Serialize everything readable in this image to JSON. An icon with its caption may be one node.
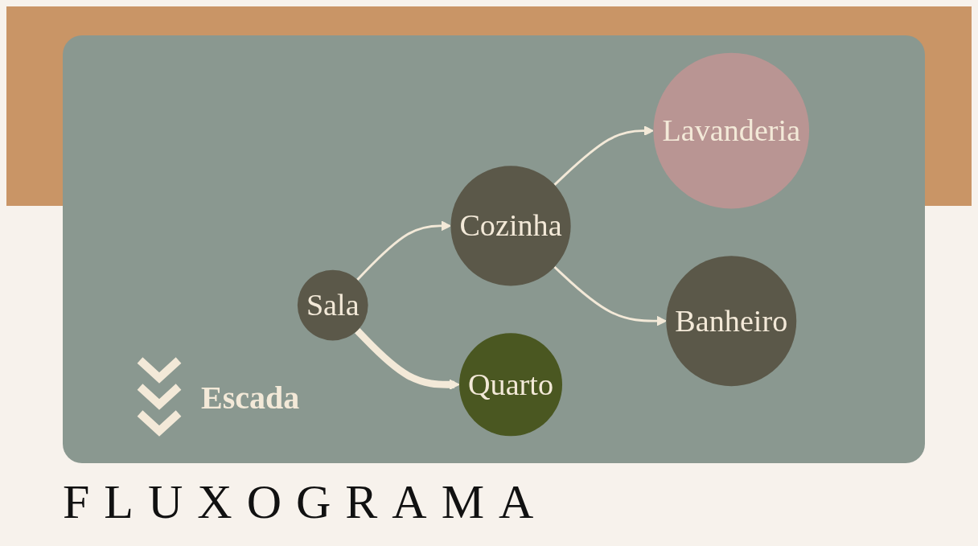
{
  "diagram": {
    "title": "FLUXOGRAMA",
    "nodes": [
      {
        "text": [
          "Sala"
        ]
      },
      {
        "text": [
          "Cozinha"
        ]
      },
      {
        "text": [
          "Lavanderia"
        ]
      },
      {
        "text": [
          "Banheiro"
        ]
      },
      {
        "text": [
          "Quarto"
        ]
      }
    ],
    "edges": [
      {
        "from": 0,
        "to": 1,
        "arrow": "to"
      },
      {
        "from": 1,
        "to": 2,
        "arrow": "to"
      },
      {
        "from": 1,
        "to": 3,
        "arrow": "to"
      },
      {
        "from": 0,
        "to": 4,
        "arrow": "to",
        "style": "thick"
      }
    ],
    "legend": [
      {
        "text": "Escada"
      }
    ]
  }
}
